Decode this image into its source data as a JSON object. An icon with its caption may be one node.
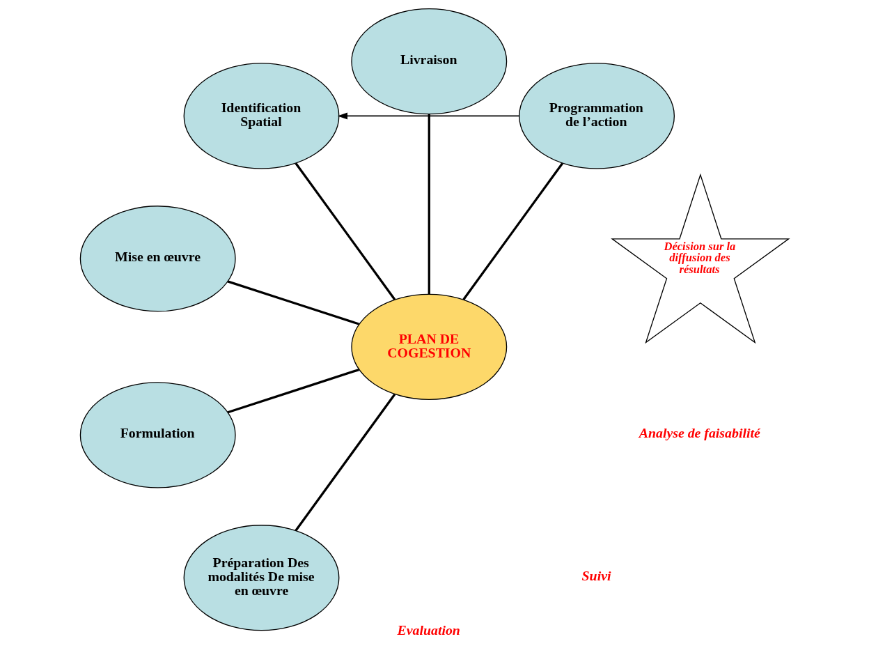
{
  "diagram": {
    "nodes": [
      {
        "text": [
          "Décision sur la diffusion des résultats"
        ]
      },
      {
        "text": [
          "Programmation de l’action"
        ]
      },
      {
        "text": [
          "Livraison"
        ]
      },
      {
        "text": [
          "Identification Spatial"
        ]
      },
      {
        "text": [
          "PLAN DE COGESTION"
        ]
      },
      {
        "text": [
          "Mise en œuvre"
        ]
      },
      {
        "text": [
          "Formulation"
        ]
      },
      {
        "text": [
          "Préparation Des modalités De mise en œuvre"
        ]
      }
    ],
    "edges": [
      {
        "from": 4,
        "to": 1,
        "arrow": "none"
      },
      {
        "from": 4,
        "to": 2,
        "arrow": "none"
      },
      {
        "from": 4,
        "to": 3,
        "arrow": "none"
      },
      {
        "from": 4,
        "to": 5,
        "arrow": "none"
      },
      {
        "from": 4,
        "to": 6,
        "arrow": "none"
      },
      {
        "from": 4,
        "to": 7,
        "arrow": "none"
      },
      {
        "from": 1,
        "to": 3,
        "arrow": "to"
      }
    ],
    "labels": [
      "Evaluation",
      "Suivi",
      "Analyse de faisabilité"
    ]
  }
}
